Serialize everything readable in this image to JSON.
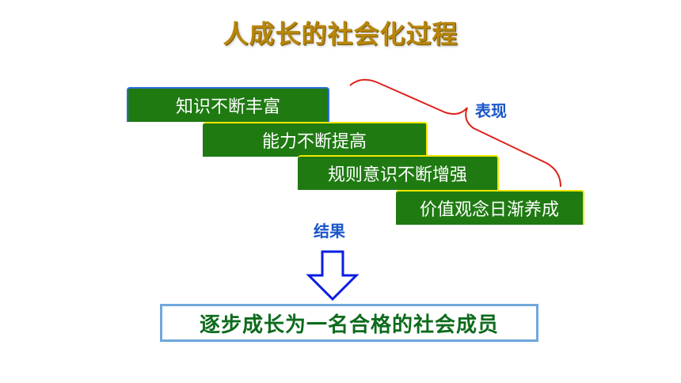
{
  "title": "人成长的社会化过程",
  "steps": [
    "知识不断丰富",
    "能力不断提高",
    "规则意识不断增强",
    "价值观念日渐养成"
  ],
  "labels": {
    "manifestation": "表现",
    "result": "结果"
  },
  "result_text": "逐步成长为一名合格的社会成员",
  "colors": {
    "title": "#b8860b",
    "step_fill": "#1f7a12",
    "step_border": "#f2e600",
    "label": "#1a56c9",
    "brace": "#e0201a",
    "arrow": "#0a1ee0",
    "result_text": "#0d6b1c",
    "result_border": "#6fa8dc"
  }
}
